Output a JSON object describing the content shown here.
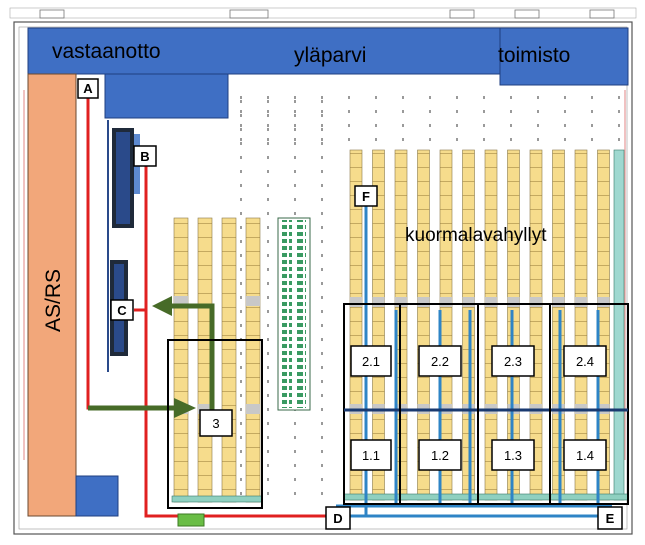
{
  "areas": {
    "receiving": "vastaanotto",
    "mezzanine": "yläparvi",
    "office": "toimisto",
    "asrs": "AS/RS",
    "pallet_racks": "kuormalavahyllyt"
  },
  "points": {
    "a": "A",
    "b": "B",
    "c": "C",
    "d": "D",
    "e": "E",
    "f": "F",
    "three": "3"
  },
  "zones": {
    "z21": "2.1",
    "z22": "2.2",
    "z23": "2.3",
    "z24": "2.4",
    "z11": "1.1",
    "z12": "1.2",
    "z13": "1.3",
    "z14": "1.4"
  },
  "colors": {
    "header_blue": "#3f6fc4",
    "asrs_orange": "#f2a77a",
    "rack_yellow": "#f6dc8c",
    "path_red": "#e02020",
    "path_blue": "#2e84c6",
    "arrow_green": "#476b28",
    "rack_green": "#3a9a62"
  }
}
